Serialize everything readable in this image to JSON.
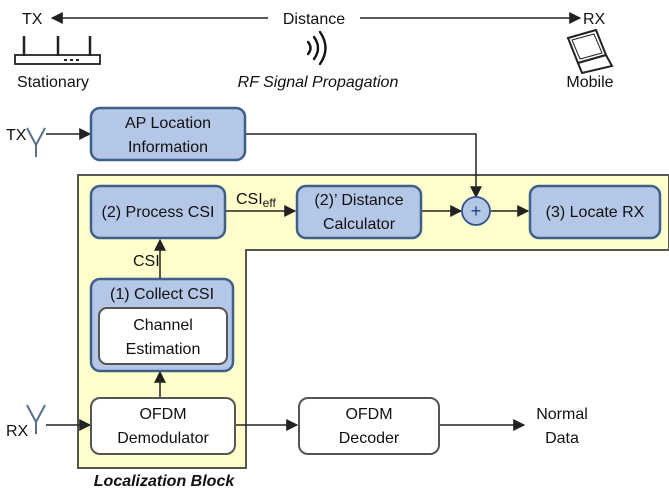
{
  "top": {
    "tx_label": "TX",
    "rx_label": "RX",
    "distance_label": "Distance",
    "stationary_label": "Stationary",
    "mobile_label": "Mobile",
    "propagation_label": "RF Signal Propagation"
  },
  "antennas": {
    "tx_label": "TX",
    "rx_label": "RX"
  },
  "boxes": {
    "ap_location_line1": "AP Location",
    "ap_location_line2": "Information",
    "process_csi": "(2) Process CSI",
    "distance_calc_line1": "(2)’ Distance",
    "distance_calc_line2": "Calculator",
    "locate_rx": "(3) Locate RX",
    "collect_csi": "(1) Collect CSI",
    "channel_est_line1": "Channel",
    "channel_est_line2": "Estimation",
    "ofdm_demod_line1": "OFDM",
    "ofdm_demod_line2": "Demodulator",
    "ofdm_decoder_line1": "OFDM",
    "ofdm_decoder_line2": "Decoder"
  },
  "edges": {
    "csi_label": "CSI",
    "csi_eff_base": "CSI",
    "csi_eff_sub": "eff",
    "adder_symbol": "+",
    "normal_data_line1": "Normal",
    "normal_data_line2": "Data"
  },
  "region": {
    "localization_block_label": "Localization Block"
  },
  "colors": {
    "block_fill": "#ffffcc",
    "block_stroke": "#555555",
    "blue_fill": "#b4c7e7",
    "blue_stroke": "#3e5f8a",
    "adder_stroke": "#2f528f"
  }
}
